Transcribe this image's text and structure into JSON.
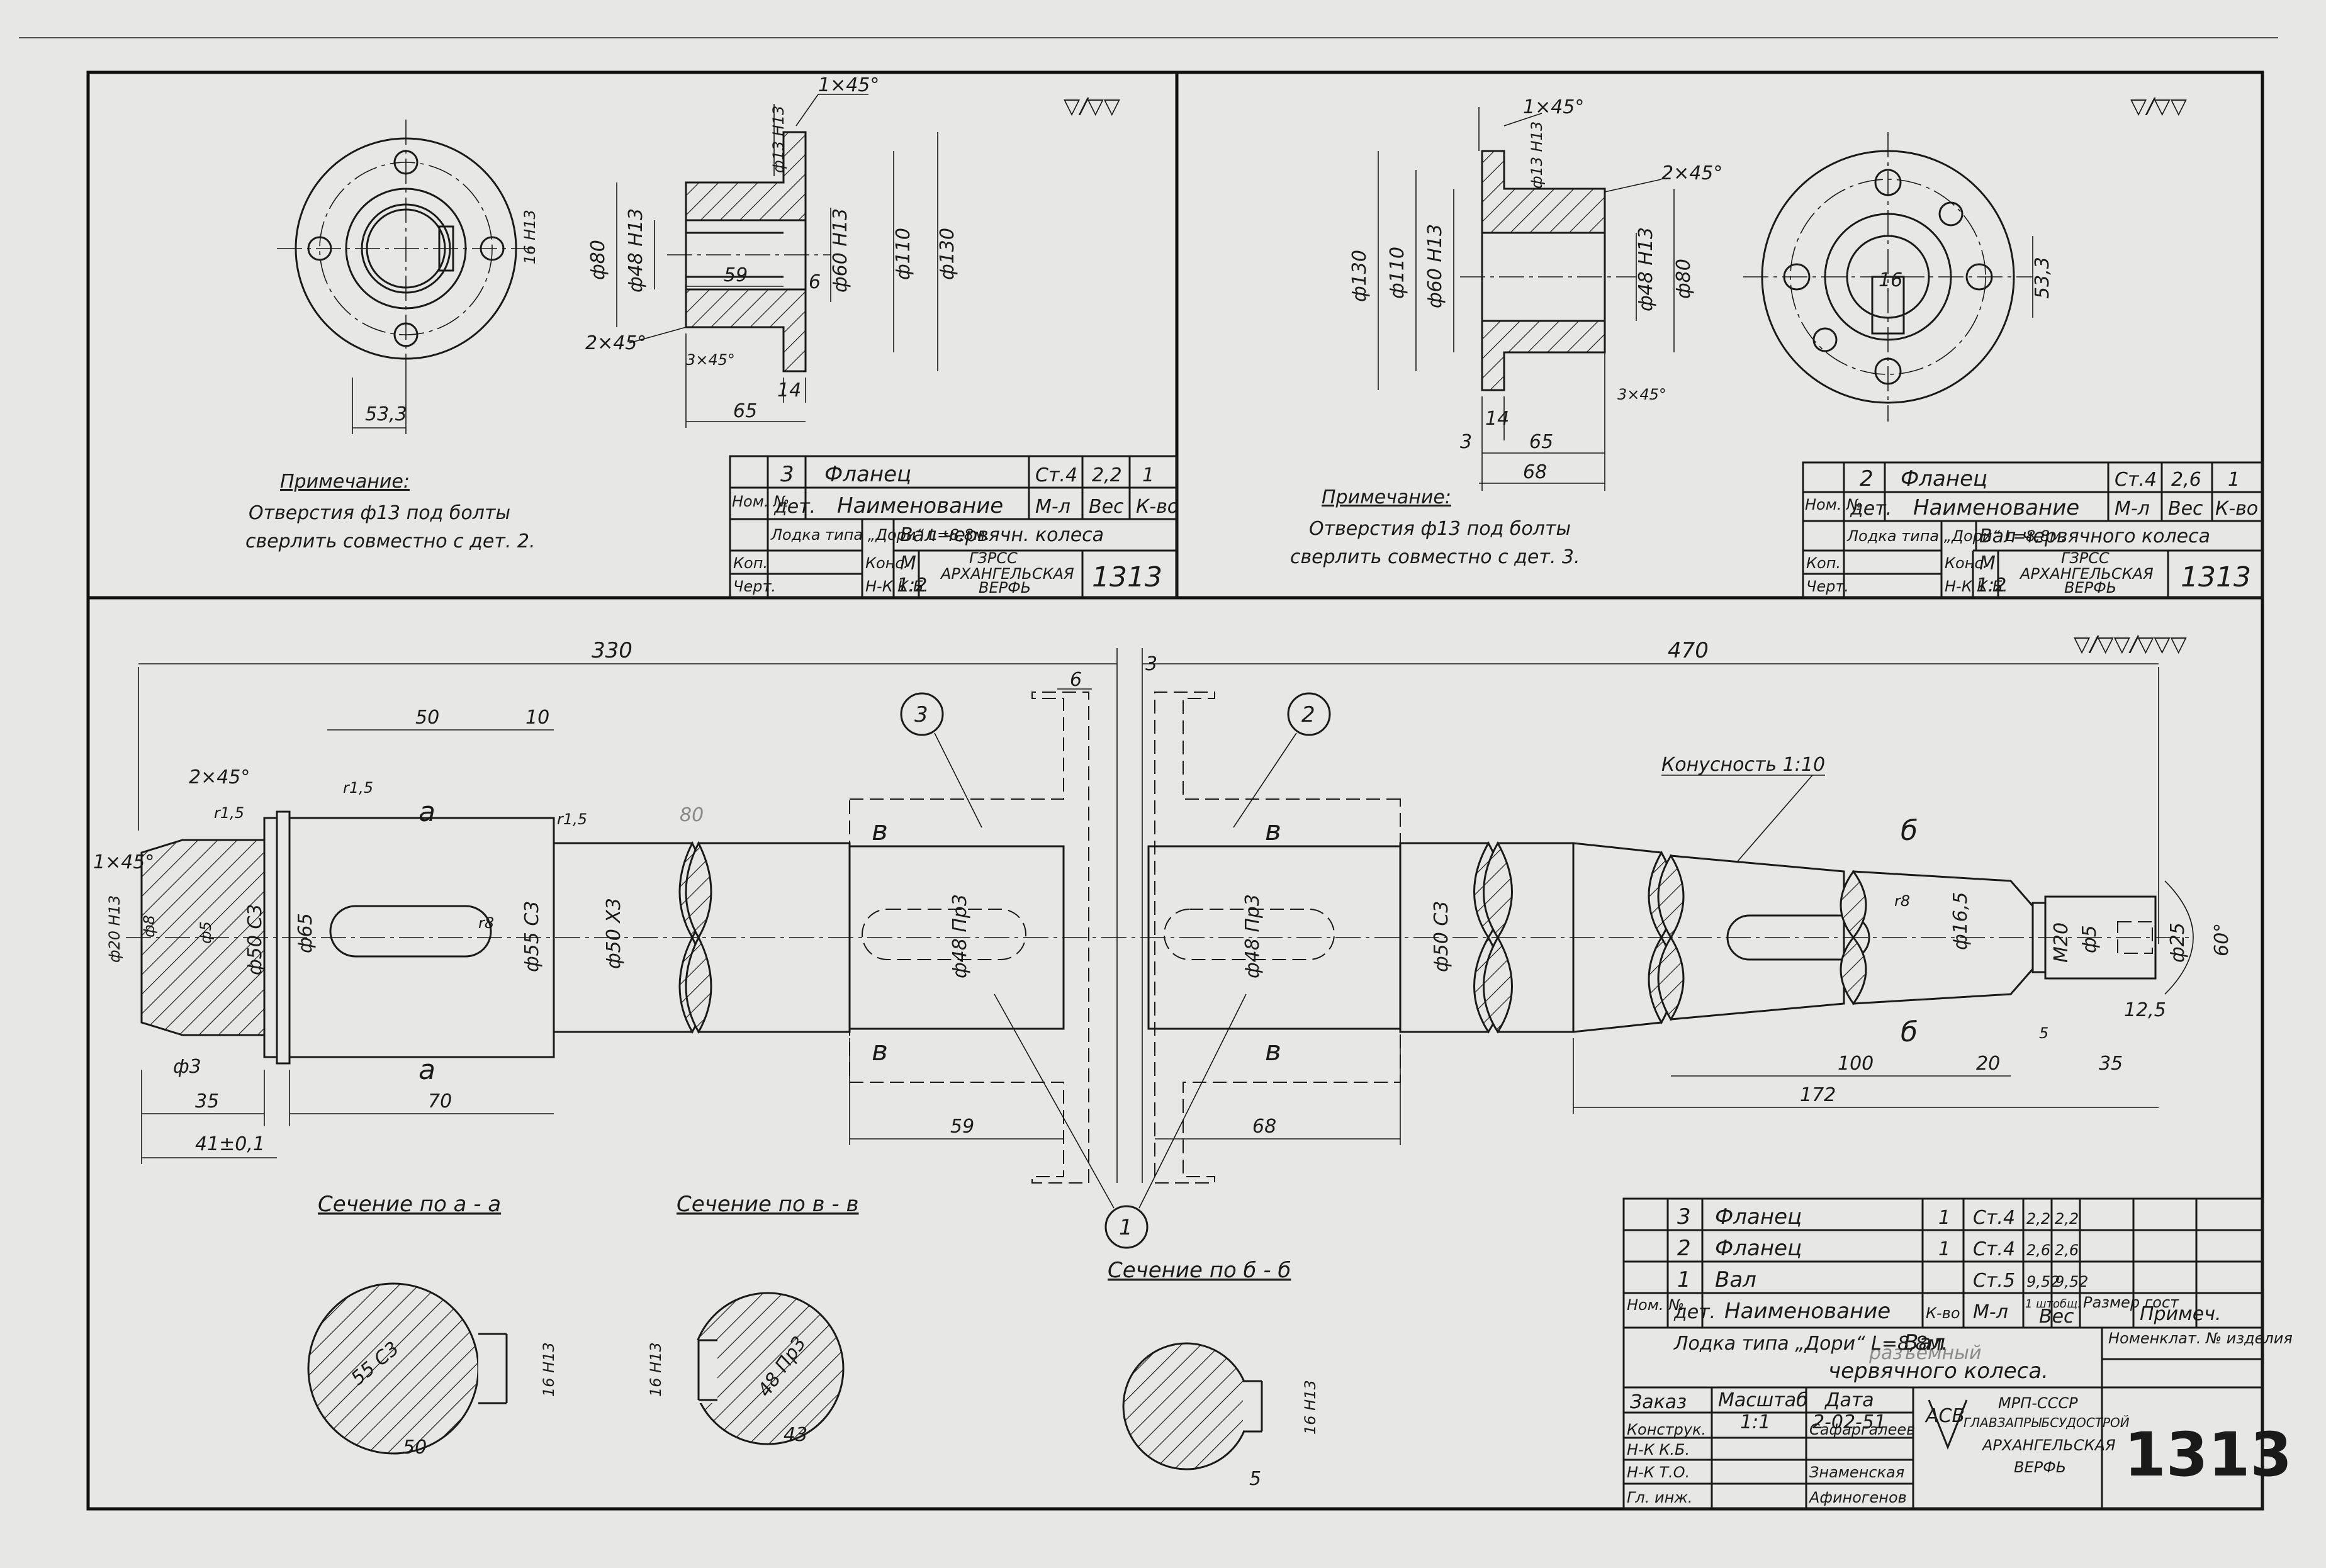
{
  "colors": {
    "paper": "#e7e7e5",
    "ink": "#1a1a1a"
  },
  "left_flange": {
    "dims": {
      "d1": "1×45°",
      "d2": "ф13 Н13",
      "d3": "ф80",
      "d4": "ф48 Н13",
      "d5": "ф60 Н13",
      "d6": "ф110",
      "d7": "ф130",
      "d8": "59",
      "d9": "6",
      "d10": "2×45°",
      "d11": "3×45°",
      "d12": "14",
      "d13": "65",
      "d14": "16 Н13",
      "d15": "53,3"
    },
    "note_title": "Примечание:",
    "note_line1": "Отверстия ф13 под болты",
    "note_line2": "сверлить совместно с дет. 2.",
    "roughness": "▽/▽▽"
  },
  "right_flange": {
    "dims": {
      "d1": "1×45°",
      "d2": "ф13 Н13",
      "d3": "2×45°",
      "d4": "ф130",
      "d5": "ф110",
      "d6": "ф60 Н13",
      "d7": "ф48 Н13",
      "d8": "ф80",
      "d9": "3×45°",
      "d10": "14",
      "d11": "65",
      "d12": "68",
      "d13": "3",
      "d14": "16",
      "d15": "53,3"
    },
    "note_title": "Примечание:",
    "note_line1": "Отверстия ф13 под болты",
    "note_line2": "сверлить совместно с дет. 3.",
    "roughness": "▽/▽▽"
  },
  "title_small_left": {
    "num": "3",
    "name": "Фланец",
    "mat": "Ст.4",
    "weight": "2,2",
    "qty": "1",
    "h_num": "Ном. №",
    "h_det": "дет.",
    "h_name": "Наименование",
    "h_mat": "М-л",
    "h_weight": "Вес",
    "h_qty": "К-во",
    "boat": "Лодка типа „Дори“ L=8,8м.",
    "product": "Вал червячн. колеса",
    "kop": "Коп.",
    "chert": "Черт.",
    "kons": "Конс.",
    "nk": "Н-К К.Б.",
    "scale_label": "М",
    "scale": "1:2",
    "org1": "ГЗРСС",
    "org2": "АРХАНГЕЛЬСКАЯ",
    "org3": "ВЕРФЬ",
    "drawing_no": "1313"
  },
  "title_small_right": {
    "num": "2",
    "name": "Фланец",
    "mat": "Ст.4",
    "weight": "2,6",
    "qty": "1",
    "h_num": "Ном. №",
    "h_det": "дет.",
    "h_name": "Наименование",
    "h_mat": "М-л",
    "h_weight": "Вес",
    "h_qty": "К-во",
    "boat": "Лодка типа „Дори“ L=8,8м.",
    "product": "Вал червячного колеса",
    "kop": "Коп.",
    "chert": "Черт.",
    "kons": "Конс.",
    "nk": "Н-К К.Б.",
    "scale_label": "М",
    "scale": "1:2",
    "org1": "ГЗРСС",
    "org2": "АРХАНГЕЛЬСКАЯ",
    "org3": "ВЕРФЬ",
    "drawing_no": "1313"
  },
  "shaft": {
    "roughness": "▽/▽▽/▽▽▽",
    "dims": {
      "total_left": "330",
      "total_right": "470",
      "gap": "3",
      "flange_w": "6",
      "key_len": "50",
      "key_off": "10",
      "ch1": "2×45°",
      "ch2": "1×45°",
      "r1": "r1,5",
      "r2": "r1,5",
      "r3": "r1,5",
      "d_thread": "ф20 Н13",
      "d_small": "ф8",
      "d_hole": "ф5",
      "d50": "ф50 С3",
      "d65": "ф65",
      "d55": "ф55 С3",
      "d50b": "ф50 Х3",
      "r8": "r8",
      "d48a": "ф48 Пр3",
      "d48b": "ф48 Пр3",
      "d50c": "ф50 С3",
      "d16": "ф16,5",
      "m20": "М20",
      "d5": "ф5",
      "d25": "ф25",
      "angle": "60°",
      "l35a": "35",
      "l70": "70",
      "l41": "41±0,1",
      "l3": "ф3",
      "l59": "59",
      "l68": "68",
      "l100": "100",
      "l20": "20",
      "l35b": "35",
      "l172": "172",
      "l5": "5",
      "l125": "12,5",
      "r8b": "r8",
      "pencil": "80"
    },
    "taper": "Конусность 1:10",
    "sec_a": "а",
    "sec_b": "б",
    "sec_v": "в",
    "callouts": [
      "3",
      "2",
      "1"
    ]
  },
  "sections": {
    "aa_title": "Сечение по а - а",
    "vv_title": "Сечение по в - в",
    "bb_title": "Сечение по б - б",
    "aa_dims": {
      "d": "55 С3",
      "w": "50",
      "k": "16 Н13"
    },
    "vv_dims": {
      "d": "48 Пр3",
      "w": "43",
      "k": "16 Н13"
    },
    "bb_dims": {
      "k": "16 Н13",
      "w": "5"
    }
  },
  "bom": {
    "rows": [
      {
        "num": "3",
        "name": "Фланец",
        "qty": "1",
        "mat": "Ст.4",
        "w1": "2,2",
        "w2": "2,2"
      },
      {
        "num": "2",
        "name": "Фланец",
        "qty": "1",
        "mat": "Ст.4",
        "w1": "2,6",
        "w2": "2,6"
      },
      {
        "num": "1",
        "name": "Вал",
        "qty": "",
        "mat": "Ст.5",
        "w1": "9,52",
        "w2": "9,52"
      }
    ],
    "h_num": "Ном. №",
    "h_det": "дет.",
    "h_name": "Наименование",
    "h_qty": "К-во",
    "h_mat": "М-л",
    "h_w1": "1 шт.",
    "h_w2": "общ.",
    "h_weight": "Вес",
    "h_size": "Размер гост",
    "h_note": "Примеч.",
    "nomen": "Номенклат. № изделия"
  },
  "title_main": {
    "boat": "Лодка типа „Дори“ L=8,8м.",
    "product1": "Вал",
    "product2": "червячного колеса.",
    "pencil": "разъемный",
    "zakaz": "Заказ",
    "masht": "Масштаб",
    "scale": "1:1",
    "date_label": "Дата",
    "date": "2-02-51",
    "konstr": "Конструк.",
    "nkb": "Н-К К.Б.",
    "nkto": "Н-К Т.О.",
    "glinzh": "Гл. инж.",
    "name1": "Сафаргалеев",
    "name2": "Знаменская",
    "name3": "Афиногенов",
    "org1": "МРП-СССР",
    "org2": "ГЛАВЗАПРЫБСУДОСТРОЙ",
    "org3": "АРХАНГЕЛЬСКАЯ",
    "org4": "ВЕРФЬ",
    "logo": "АСВ",
    "drawing_no": "1313"
  }
}
